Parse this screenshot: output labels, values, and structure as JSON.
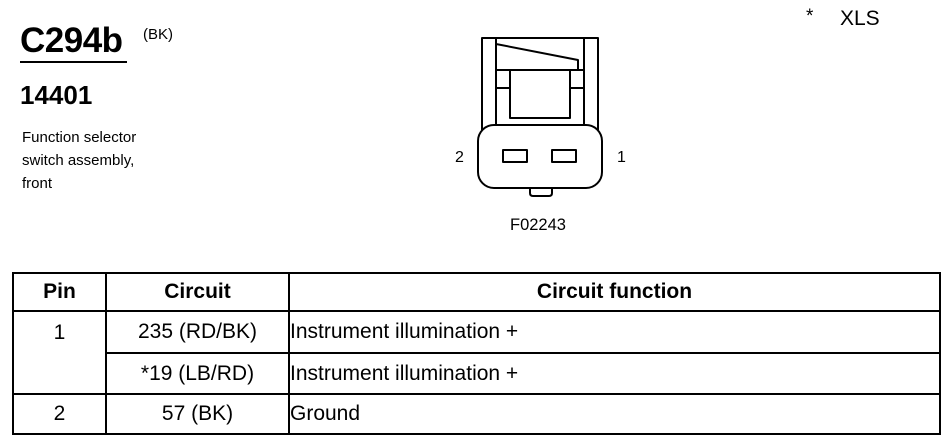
{
  "header": {
    "connector_id": "C294b",
    "connector_color": "(BK)",
    "part_number": "14401",
    "description": [
      "Function selector",
      "switch assembly,",
      "front"
    ]
  },
  "option_note": {
    "marker": "*",
    "label": "XLS"
  },
  "figure": {
    "pin_left": "2",
    "pin_right": "1",
    "figure_id": "F02243"
  },
  "table": {
    "headers": {
      "pin": "Pin",
      "circuit": "Circuit",
      "function": "Circuit function"
    },
    "rows": [
      {
        "pin": "1",
        "circuits": [
          {
            "circuit": "235 (RD/BK)",
            "function": "Instrument illumination +"
          },
          {
            "circuit": "*19 (LB/RD)",
            "function": "Instrument illumination +"
          }
        ]
      },
      {
        "pin": "2",
        "circuits": [
          {
            "circuit": "57 (BK)",
            "function": "Ground"
          }
        ]
      }
    ]
  }
}
